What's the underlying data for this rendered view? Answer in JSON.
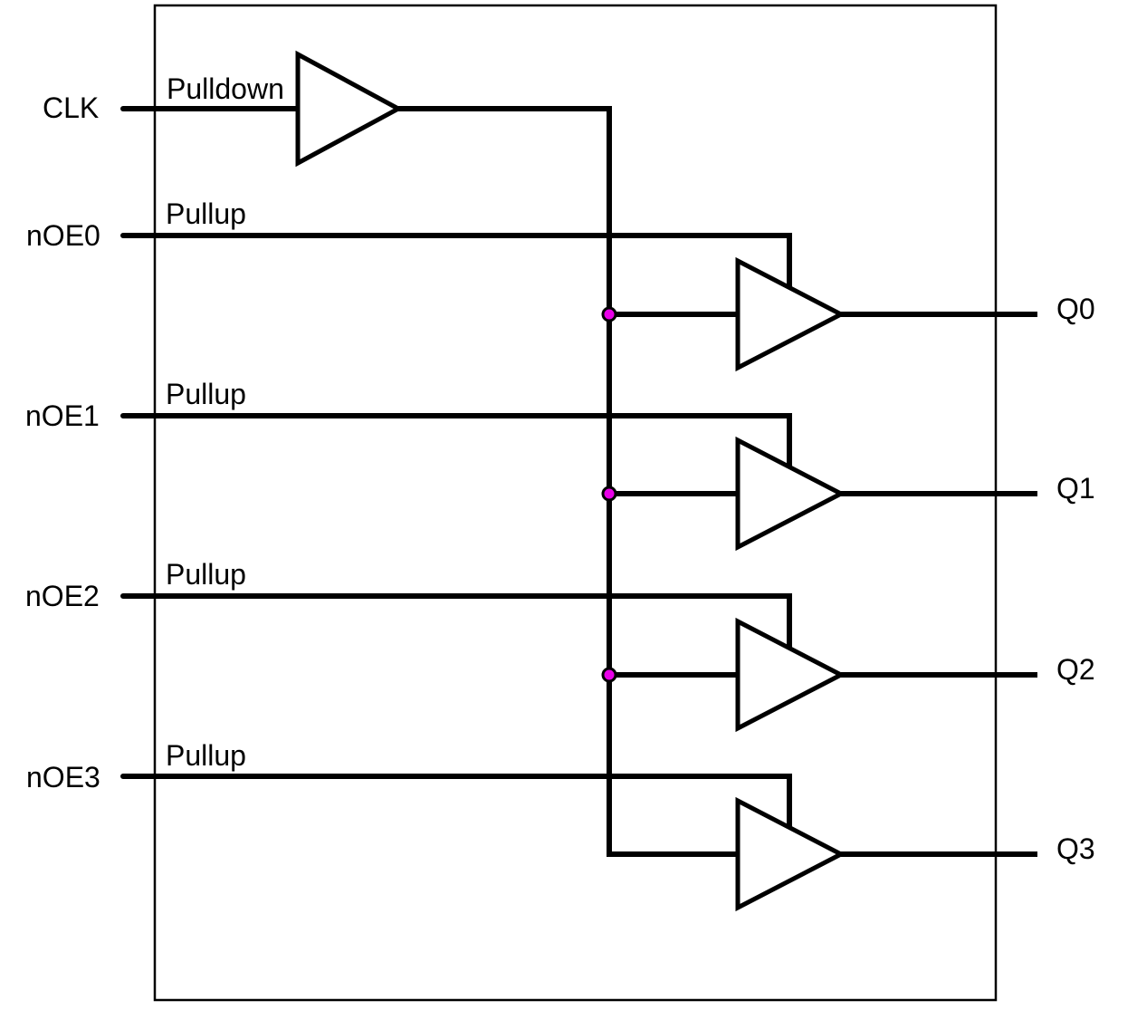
{
  "diagram": {
    "type": "circuit-block-diagram",
    "description": "Clock fanout buffer with output enables",
    "background_color": "#ffffff",
    "line_color": "#000000",
    "junction_dot_color": "#e800e8",
    "clock_input": {
      "label": "CLK",
      "pull_label": "Pulldown"
    },
    "enable_inputs": [
      {
        "label": "nOE0",
        "pull_label": "Pullup"
      },
      {
        "label": "nOE1",
        "pull_label": "Pullup"
      },
      {
        "label": "nOE2",
        "pull_label": "Pullup"
      },
      {
        "label": "nOE3",
        "pull_label": "Pullup"
      }
    ],
    "outputs": [
      {
        "label": "Q0"
      },
      {
        "label": "Q1"
      },
      {
        "label": "Q2"
      },
      {
        "label": "Q3"
      }
    ]
  }
}
